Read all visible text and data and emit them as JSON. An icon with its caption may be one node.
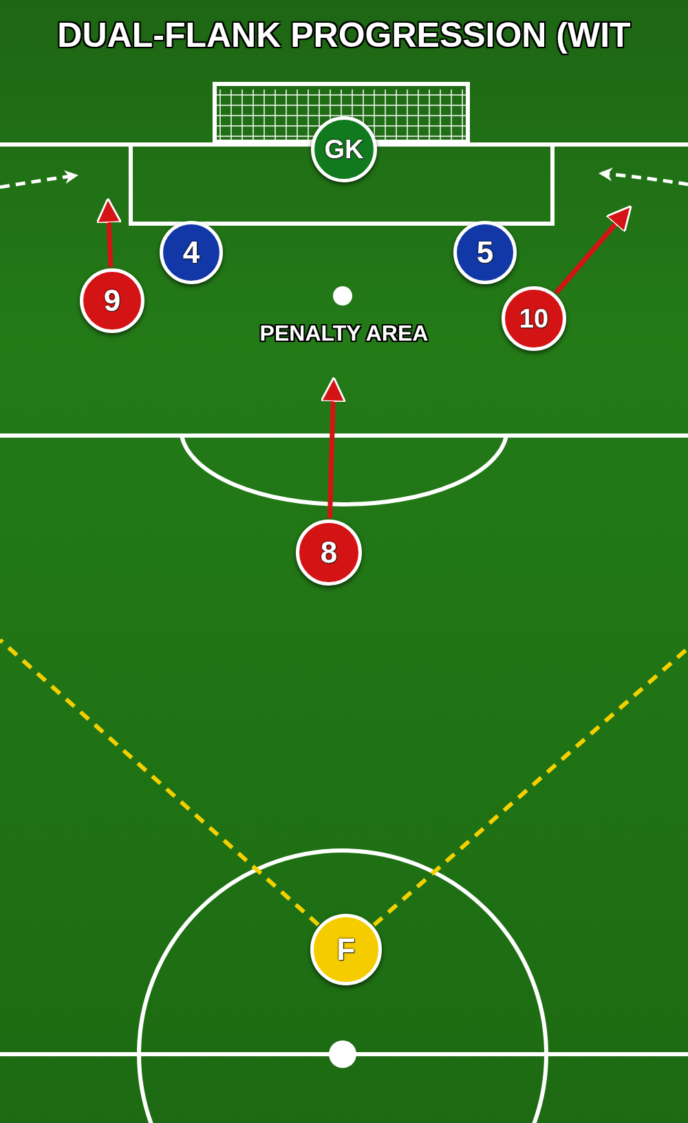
{
  "diagram": {
    "title": "DUAL-FLANK PROGRESSION (WIT",
    "nodes": [
      {
        "text": [
          "GK"
        ]
      },
      {
        "text": [
          "4"
        ]
      },
      {
        "text": [
          "5"
        ]
      },
      {
        "text": [
          "9"
        ]
      },
      {
        "text": [
          "10"
        ]
      },
      {
        "text": [
          "8"
        ]
      },
      {
        "text": [
          "F"
        ]
      }
    ],
    "edges": [
      {
        "from": 3,
        "to": null,
        "arrow": "to"
      },
      {
        "from": 4,
        "to": null,
        "arrow": "to"
      },
      {
        "from": 5,
        "to": null,
        "arrow": "to"
      },
      {
        "from": 6,
        "to": null,
        "arrow": "none",
        "style": "dashed",
        "color": "#f5d000"
      },
      {
        "from": 6,
        "to": null,
        "arrow": "none",
        "style": "dashed",
        "color": "#f5d000"
      }
    ],
    "labels": [
      "PENALTY AREA"
    ]
  }
}
